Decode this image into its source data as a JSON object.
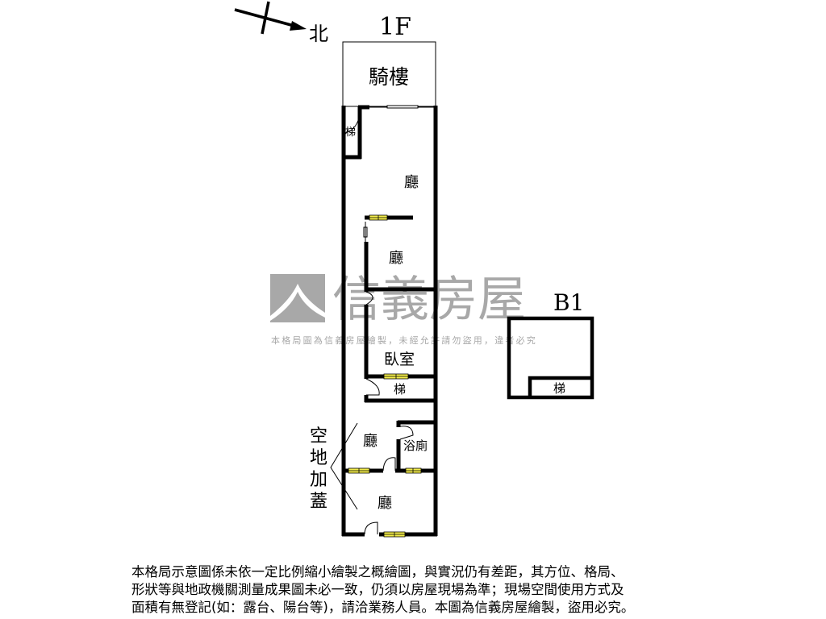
{
  "compass": {
    "label": "北"
  },
  "floor_1f": {
    "title": "1F",
    "rooms": {
      "arcade": "騎樓",
      "stairs_top": "梯",
      "living_1": "廳",
      "living_2": "廳",
      "bedroom": "臥室",
      "stairs_mid": "梯",
      "living_3": "廳",
      "bathroom": "浴廁",
      "living_4": "廳"
    },
    "annotation": [
      "空",
      "地",
      "加",
      "蓋"
    ]
  },
  "floor_b1": {
    "title": "B1",
    "rooms": {
      "stairs": "梯"
    }
  },
  "watermark": {
    "brand": "信義房屋",
    "notice": "本格局圖為信義房屋繪製，未經允許請勿盜用，違者必究"
  },
  "disclaimer": [
    "本格局示意圖係未依一定比例縮小繪製之概繪圖，與實況仍有差距，其方位、格局、",
    "形狀等與地政機關測量成果圖未必一致，仍須以房屋現場為準；現場空間使用方式及",
    "面積有無登記(如：露台、陽台等)，請洽業務人員。本圖為信義房屋繪製，盜用必究。"
  ],
  "colors": {
    "wall": "#000000",
    "window": "#f2ec4a",
    "watermark": "#a8a8a8"
  }
}
